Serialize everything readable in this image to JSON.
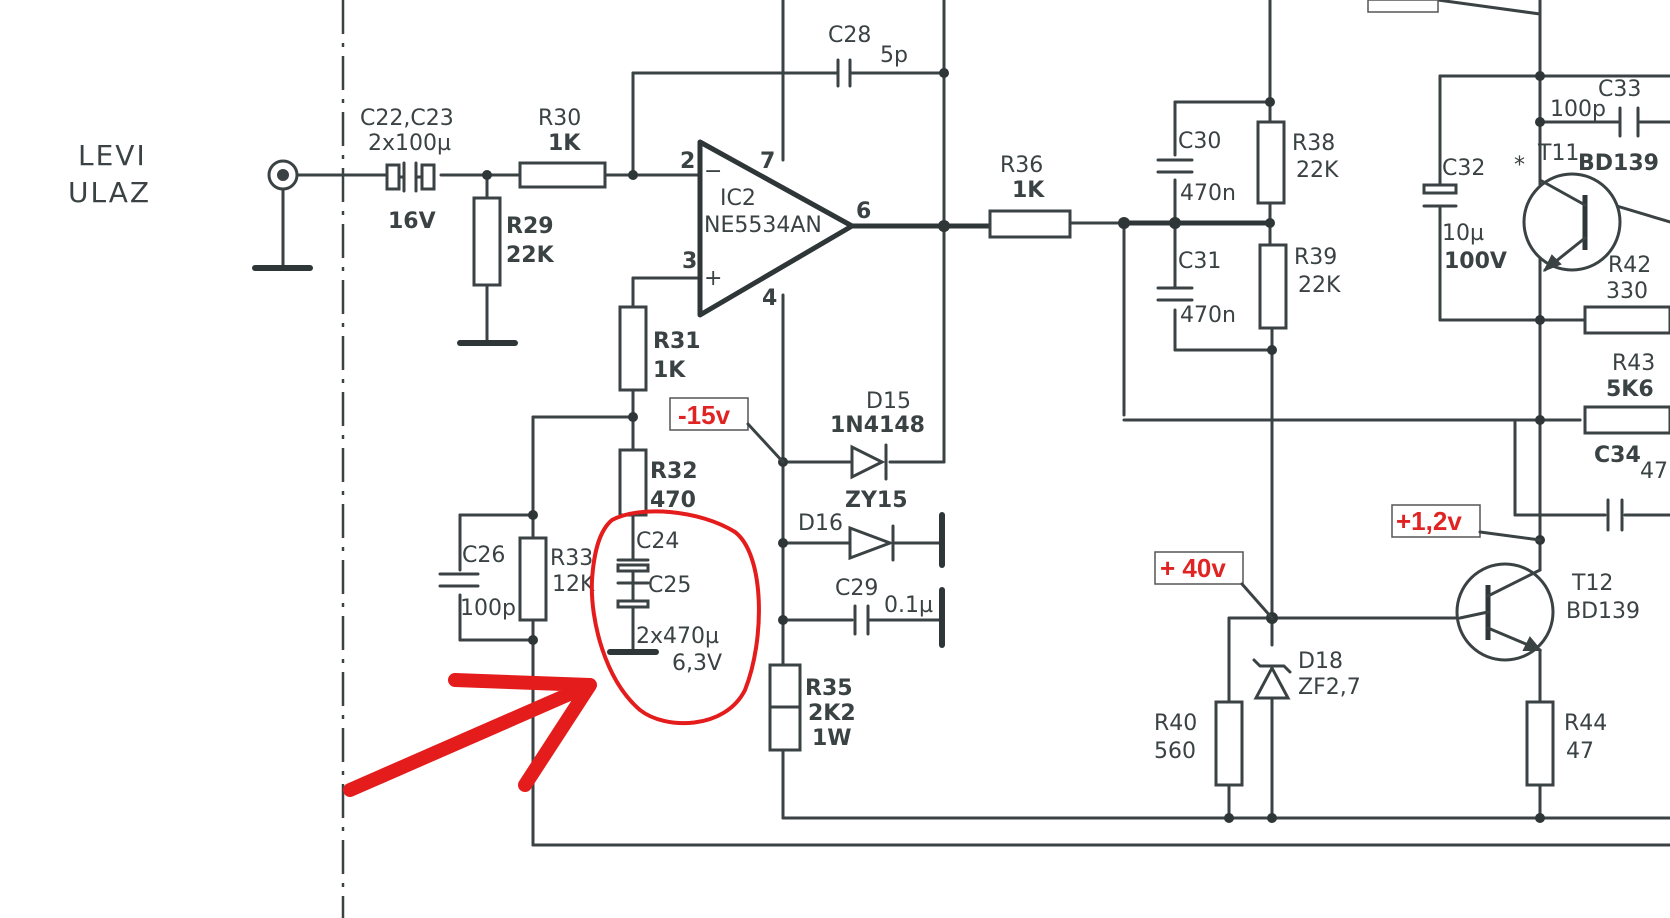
{
  "input_label": {
    "line1": "LEVI",
    "line2": "ULAZ"
  },
  "components": {
    "c28": {
      "ref": "C28",
      "value": "5p"
    },
    "c22_c23": {
      "ref": "C22,C23",
      "value": "2x100µ",
      "rating": "16V"
    },
    "r30": {
      "ref": "R30",
      "value": "1K"
    },
    "r29": {
      "ref": "R29",
      "value": "22K"
    },
    "ic2": {
      "ref": "IC2",
      "part": "NE5534AN",
      "pin2": "2",
      "pin3": "3",
      "pin4": "4",
      "pin6": "6",
      "pin7": "7",
      "minus": "−",
      "plus": "+"
    },
    "r31": {
      "ref": "R31",
      "value": "1K"
    },
    "r32": {
      "ref": "R32",
      "value": "470"
    },
    "r33": {
      "ref": "R33",
      "value": "12K"
    },
    "c26": {
      "ref": "C26",
      "value": "100p"
    },
    "c24": {
      "ref": "C24"
    },
    "c25": {
      "ref": "C25",
      "value": "2x470µ",
      "rating": "6,3V"
    },
    "r36": {
      "ref": "R36",
      "value": "1K"
    },
    "c30": {
      "ref": "C30",
      "value": "470n"
    },
    "c31": {
      "ref": "C31",
      "value": "470n"
    },
    "r38": {
      "ref": "R38",
      "value": "22K"
    },
    "r39": {
      "ref": "R39",
      "value": "22K"
    },
    "d15": {
      "ref": "D15",
      "part": "1N4148"
    },
    "d16": {
      "ref": "D16",
      "part": "ZY15"
    },
    "c29": {
      "ref": "C29",
      "value": "0.1µ"
    },
    "r35": {
      "ref": "R35",
      "value": "2K2",
      "rating": "1W"
    },
    "d18": {
      "ref": "D18",
      "part": "ZF2,7"
    },
    "r40": {
      "ref": "R40",
      "value": "560"
    },
    "c33": {
      "ref": "C33",
      "value": "100p"
    },
    "c32": {
      "ref": "C32",
      "value": "10µ",
      "rating": "100V"
    },
    "t11": {
      "ref": "T11",
      "part": "BD139",
      "mark": "*"
    },
    "r42": {
      "ref": "R42",
      "value": "330"
    },
    "r43": {
      "ref": "R43",
      "value": "5K6"
    },
    "c34": {
      "ref": "C34",
      "value": "47"
    },
    "t12": {
      "ref": "T12",
      "part": "BD139"
    },
    "r44": {
      "ref": "R44",
      "value": "47"
    }
  },
  "voltage_tags": {
    "neg15": "-15v",
    "pos40": "+ 40v",
    "pos12": "+1,2v"
  },
  "colors": {
    "ink": "#3a4244",
    "annotation": "#e41c1c",
    "voltage_tag": "#e02424"
  }
}
